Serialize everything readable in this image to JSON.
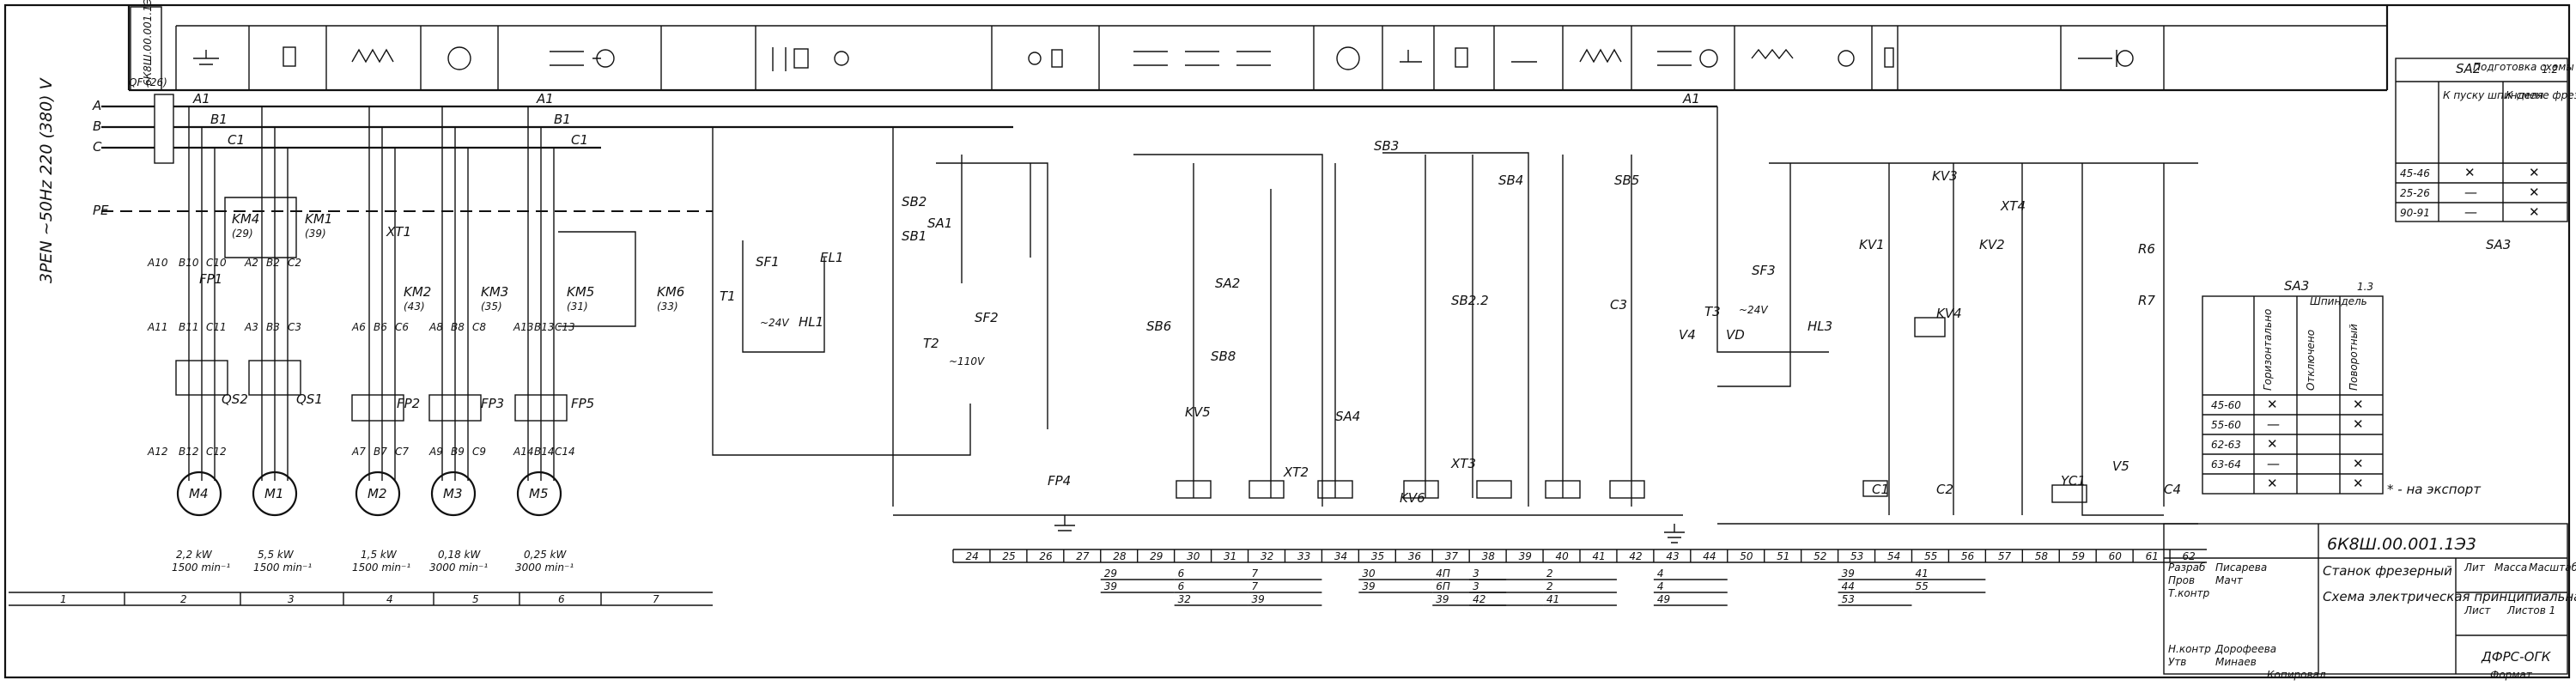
{
  "title_block": {
    "designation": "6К8Ш.00.001.1Э3",
    "designation_vertical": "6К8Ш.00.001.1Э3",
    "machine": "Станок фрезерный",
    "drawing": "Схема электрическая принципиальная",
    "lit": "Лит",
    "mass": "Масса",
    "scale": "Масштаб",
    "sheet": "Лист",
    "sheets": "Листов 1",
    "org": "ДФРС-ОГК",
    "roles": [
      "Разраб",
      "Пров",
      "Т.контр",
      "Н.контр",
      "Утв"
    ],
    "names": [
      "Писарева",
      "Мачт",
      "Дорофеева",
      "Минаев"
    ],
    "note": "* - на экспорт",
    "copied": "Копировал",
    "format": "Формат"
  },
  "supply": {
    "voltage_label": "3PEN ~50Hz 220 (380) V",
    "phases": [
      "A",
      "B",
      "C",
      "PE"
    ],
    "breaker": "QF (26)"
  },
  "buses": [
    "A1",
    "B1",
    "C1"
  ],
  "motors": [
    {
      "id": "M4",
      "power": "2,2 kW",
      "speed": "1500 min⁻¹"
    },
    {
      "id": "M1",
      "power": "5,5 kW",
      "speed": "1500 min⁻¹"
    },
    {
      "id": "M2",
      "power": "1,5 kW",
      "speed": "1500 min⁻¹"
    },
    {
      "id": "M3",
      "power": "0,18 kW",
      "speed": "3000 min⁻¹"
    },
    {
      "id": "M5",
      "power": "0,25 kW",
      "speed": "3000 min⁻¹"
    }
  ],
  "contactors": [
    {
      "id": "KM4",
      "ref": "(29)"
    },
    {
      "id": "KM1",
      "ref": "(39)"
    },
    {
      "id": "KM2",
      "ref": "(43)"
    },
    {
      "id": "KM3",
      "ref": "(35)"
    },
    {
      "id": "KM5",
      "ref": "(31)"
    },
    {
      "id": "KM6",
      "ref": "(33)"
    }
  ],
  "devices": [
    "QS2",
    "QS1",
    "FP1",
    "FP2",
    "FP3",
    "FP4",
    "FP5",
    "T1",
    "T2",
    "T3",
    "VD",
    "EL1",
    "HL1",
    "HL3",
    "SF1",
    "SF2",
    "SF3",
    "SA1",
    "SA2",
    "SA3",
    "SA4",
    "SB1",
    "SB2",
    "SB3",
    "SB4",
    "SB5",
    "SB6",
    "SB8",
    "SB2.2",
    "KV1",
    "KV2",
    "KV3",
    "KV4",
    "KV5",
    "KV6",
    "YC1",
    "V4",
    "V5",
    "R6",
    "R7",
    "C1",
    "C2",
    "C3",
    "C4",
    "XT1",
    "XT2",
    "XT3",
    "XT4"
  ],
  "terminal_labels": [
    "A10",
    "B10",
    "C10",
    "A11",
    "B11",
    "C11",
    "A12",
    "B12",
    "C12",
    "A2",
    "B2",
    "C2",
    "A3",
    "B3",
    "C3",
    "A6",
    "B6",
    "C6",
    "A7",
    "B7",
    "C7",
    "A8",
    "B8",
    "C8",
    "A9",
    "B9",
    "C9",
    "A13",
    "B13",
    "C13",
    "A14",
    "B14",
    "C14",
    "~24V",
    "~110V",
    "~24V"
  ],
  "column_numbers": [
    "1",
    "2",
    "3",
    "4",
    "5",
    "6",
    "7"
  ],
  "line_numbers": [
    "24",
    "25",
    "26",
    "27",
    "28",
    "29",
    "30",
    "31",
    "32",
    "33",
    "34",
    "35",
    "36",
    "37",
    "38",
    "39",
    "40",
    "41",
    "42",
    "43",
    "44",
    "50",
    "51",
    "52",
    "53",
    "54",
    "55",
    "56",
    "57",
    "58",
    "59",
    "60",
    "61",
    "62"
  ],
  "sa2_table": {
    "title": "SA2",
    "subtitle": "Подготовка схемы",
    "col1": "К пуску шпинделя",
    "col2": "К смене фрезы",
    "ref": "1.2",
    "rows": [
      {
        "n": "45-46",
        "a": "✕",
        "b": "✕"
      },
      {
        "n": "25-26",
        "a": "—",
        "b": "✕"
      },
      {
        "n": "90-91",
        "a": "—",
        "b": "✕"
      }
    ]
  },
  "sa3_table": {
    "title": "SA3",
    "subtitle": "Шпиндель",
    "cols": [
      "Горизонтально",
      "Отключено",
      "Поворотный"
    ],
    "ref": "1.3",
    "rows": [
      {
        "n": "45-60",
        "a": "✕",
        "b": "",
        "c": "✕"
      },
      {
        "n": "55-60",
        "a": "—",
        "b": "",
        "c": "✕"
      },
      {
        "n": "62-63",
        "a": "✕",
        "b": "",
        "c": ""
      },
      {
        "n": "63-64",
        "a": "—",
        "b": "",
        "c": "✕"
      },
      {
        "n": "",
        "a": "✕",
        "b": "",
        "c": "✕"
      }
    ]
  },
  "legend_icons": [
    "coolant-pump-icon",
    "spindle-icon",
    "motor-speed-icon",
    "feed-icon",
    "direction-icon",
    "lamp-icon",
    "light-icon",
    "indicator-icon",
    "rotation-icon",
    "rapid-icon",
    "brake-icon"
  ],
  "contact_tables": [
    {
      "col": "28",
      "rows": [
        "29",
        "39"
      ]
    },
    {
      "col": "30",
      "rows": [
        "6",
        "6",
        "32"
      ]
    },
    {
      "col": "32",
      "rows": [
        "7",
        "7",
        "39"
      ]
    },
    {
      "col": "35",
      "rows": [
        "30",
        "39"
      ]
    },
    {
      "col": "37",
      "rows": [
        "4П",
        "6П",
        "39"
      ]
    },
    {
      "col": "38",
      "rows": [
        "3",
        "3",
        "42"
      ]
    },
    {
      "col": "40",
      "rows": [
        "2",
        "2",
        "41"
      ]
    },
    {
      "col": "43",
      "rows": [
        "4",
        "4",
        "49"
      ]
    },
    {
      "col": "53",
      "rows": [
        "39",
        "44",
        "53"
      ]
    },
    {
      "col": "55",
      "rows": [
        "41",
        "55"
      ]
    }
  ]
}
